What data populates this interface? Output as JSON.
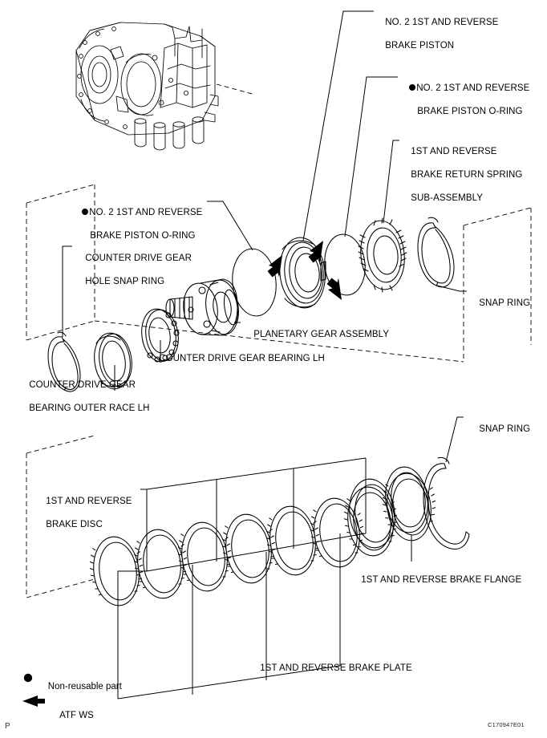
{
  "page": {
    "figure_code": "C170947E01",
    "corner_mark": "P",
    "background_color": "#ffffff",
    "line_color": "#000000"
  },
  "labels": {
    "no2_brake_piston": {
      "line1": "NO. 2 1ST AND REVERSE",
      "line2": "BRAKE PISTON",
      "bullet": false
    },
    "no2_brake_piston_oring_top": {
      "line1": "NO. 2 1ST AND REVERSE",
      "line2": "BRAKE PISTON O-RING",
      "bullet": true
    },
    "return_spring": {
      "line1": "1ST AND REVERSE",
      "line2": "BRAKE RETURN SPRING",
      "line3": "SUB-ASSEMBLY",
      "bullet": false
    },
    "no2_brake_piston_oring_left": {
      "line1": "NO. 2 1ST AND REVERSE",
      "line2": "BRAKE PISTON O-RING",
      "bullet": true
    },
    "counter_drive_gear_hole_snap_ring": {
      "line1": "COUNTER DRIVE GEAR",
      "line2": "HOLE SNAP RING"
    },
    "counter_drive_gear_bearing_outer_race": {
      "line1": "COUNTER DRIVE GEAR",
      "line2": "BEARING OUTER RACE LH"
    },
    "counter_drive_gear_bearing_lh": {
      "line1": "COUNTER DRIVE GEAR BEARING LH"
    },
    "planetary_gear_assembly": {
      "line1": "PLANETARY GEAR ASSEMBLY"
    },
    "snap_ring_upper": {
      "line1": "SNAP RING"
    },
    "snap_ring_lower": {
      "line1": "SNAP RING"
    },
    "brake_disc": {
      "line1": "1ST AND REVERSE",
      "line2": "BRAKE DISC"
    },
    "brake_flange": {
      "line1": "1ST AND REVERSE BRAKE FLANGE"
    },
    "brake_plate": {
      "line1": "1ST AND REVERSE BRAKE PLATE"
    }
  },
  "legend": {
    "non_reusable": "Non-reusable part",
    "atf": "ATF WS"
  }
}
